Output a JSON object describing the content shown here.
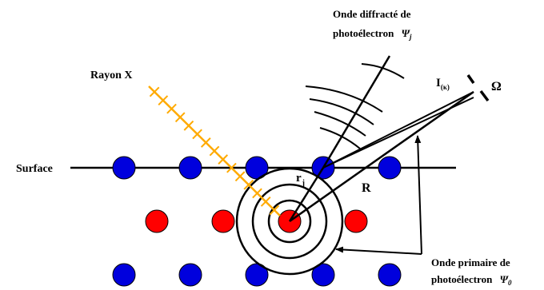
{
  "labels": {
    "diffracted_line1": "Onde diffracté de",
    "diffracted_line2": "photoélectron",
    "diffracted_symbol": "Ψ",
    "diffracted_sub": "j",
    "xray": "Rayon X",
    "intensity": "I",
    "intensity_sub": "(κ)",
    "omega": "Ω",
    "surface": "Surface",
    "rj": "r",
    "rj_sub": "j",
    "R": "R",
    "primary_line1": "Onde primaire de",
    "primary_line2": "photoélectron",
    "primary_symbol": "Ψ",
    "primary_sub": "0"
  },
  "colors": {
    "atom_surface": "#0000dd",
    "atom_emitter": "#ff0000",
    "xray": "#ffaa00",
    "line": "#000000"
  }
}
